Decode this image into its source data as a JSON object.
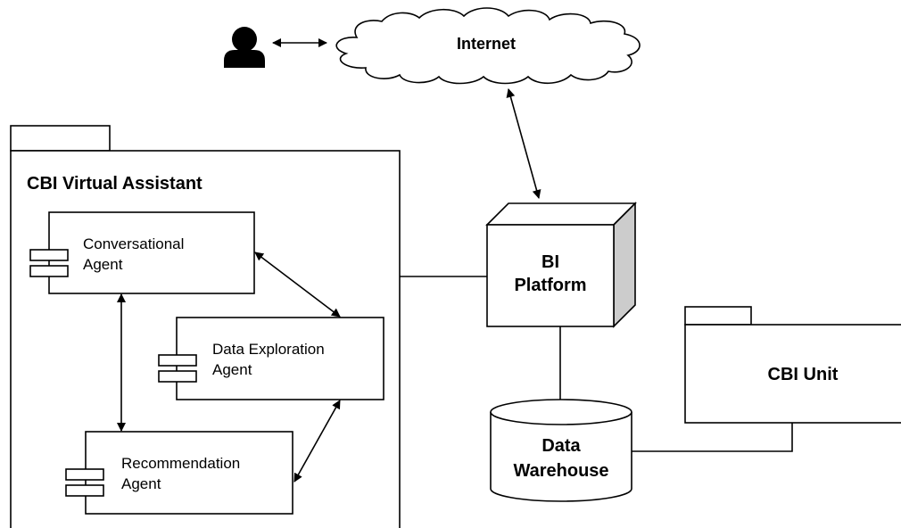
{
  "internet_label": "Internet",
  "package_title": "CBI Virtual Assistant",
  "conversational_agent": [
    "Conversational",
    "Agent"
  ],
  "data_exploration_agent": [
    "Data Exploration",
    "Agent"
  ],
  "recommendation_agent": [
    "Recommendation",
    "Agent"
  ],
  "bi_platform": [
    "BI",
    "Platform"
  ],
  "data_warehouse": [
    "Data",
    "Warehouse"
  ],
  "cbi_unit": "CBI Unit"
}
